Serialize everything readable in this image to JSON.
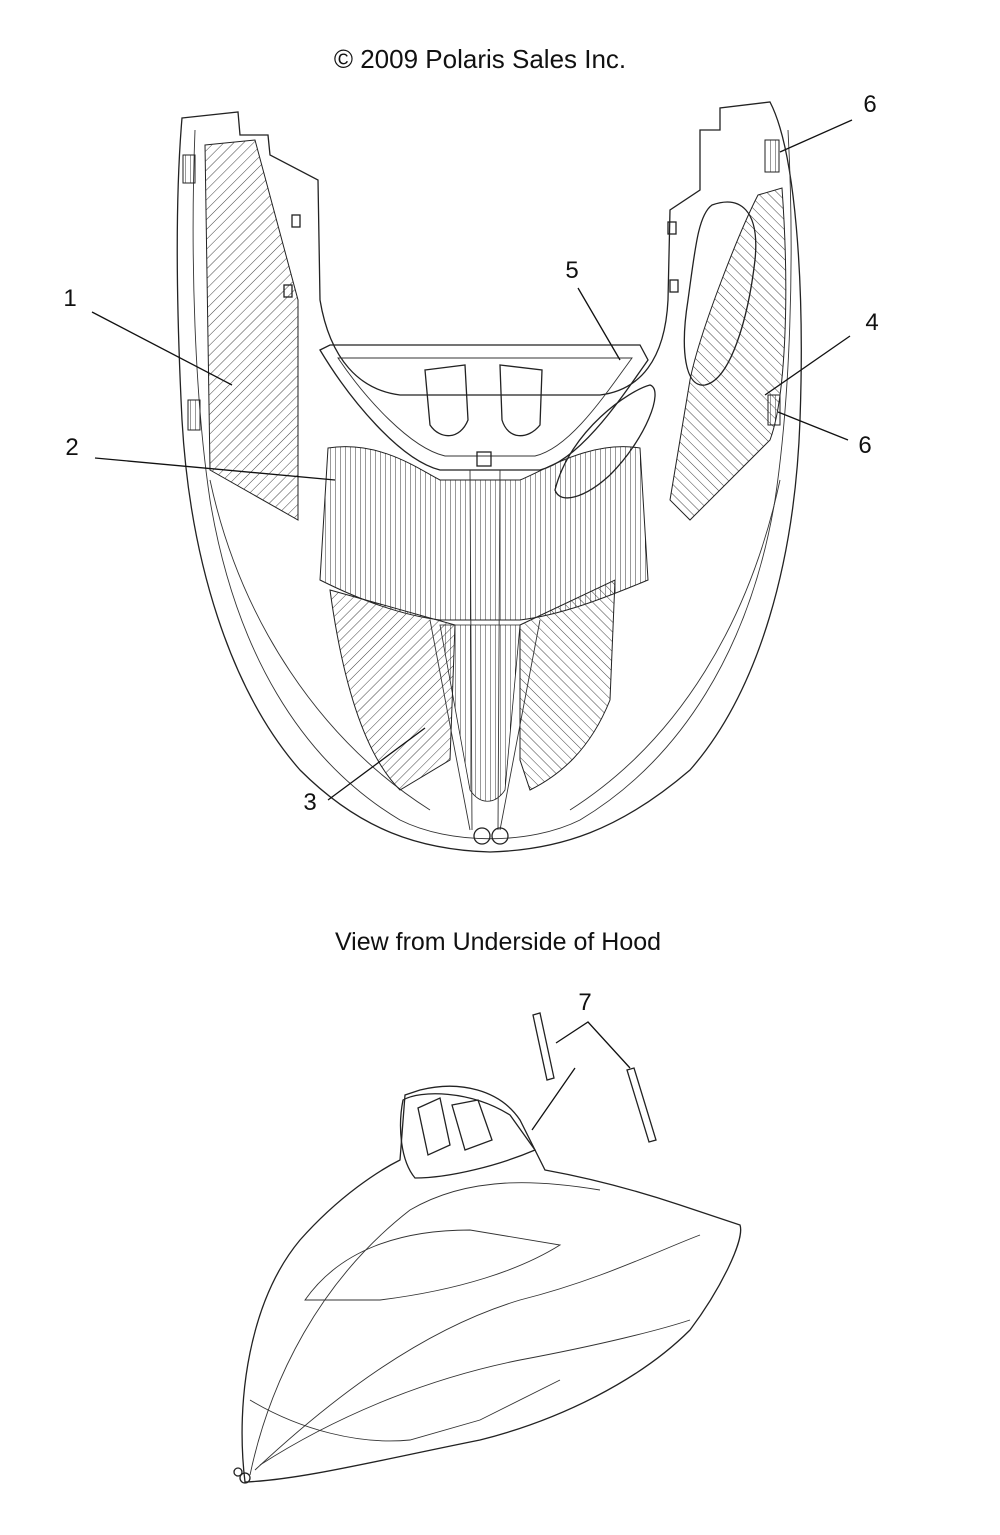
{
  "copyright": "© 2009 Polaris Sales Inc.",
  "caption": "View from Underside of Hood",
  "callouts": [
    {
      "id": "1",
      "text": "1"
    },
    {
      "id": "2",
      "text": "2"
    },
    {
      "id": "3",
      "text": "3"
    },
    {
      "id": "4",
      "text": "4"
    },
    {
      "id": "5",
      "text": "5"
    },
    {
      "id": "6a",
      "text": "6"
    },
    {
      "id": "6b",
      "text": "6"
    },
    {
      "id": "7",
      "text": "7"
    }
  ],
  "colors": {
    "line": "#222222",
    "background": "#ffffff"
  }
}
